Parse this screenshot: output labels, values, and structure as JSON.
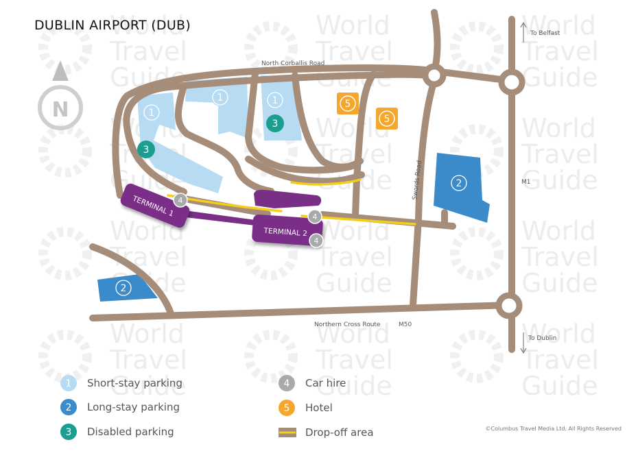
{
  "title": "DUBLIN AIRPORT (DUB)",
  "watermark": {
    "lines": [
      "World",
      "Travel",
      "Guide"
    ]
  },
  "compass": {
    "label": "N"
  },
  "roads": {
    "north_corballis": "North Corballis Road",
    "swords": "Swords Road",
    "northern_cross": "Northern Cross Route",
    "m50": "M50",
    "m1": "M1",
    "to_belfast": "To Belfast",
    "to_dublin": "To Dublin"
  },
  "terminals": {
    "t1": "TERMINAL 1",
    "t2": "TERMINAL 2"
  },
  "markers": {
    "short_stay": "1",
    "long_stay": "2",
    "disabled": "3",
    "car_hire": "4",
    "hotel": "5"
  },
  "legend": [
    {
      "key": "short-stay",
      "symbol": "1",
      "label": "Short-stay parking"
    },
    {
      "key": "long-stay",
      "symbol": "2",
      "label": "Long-stay parking"
    },
    {
      "key": "disabled",
      "symbol": "3",
      "label": "Disabled parking"
    },
    {
      "key": "car-hire",
      "symbol": "4",
      "label": "Car hire"
    },
    {
      "key": "hotel",
      "symbol": "5",
      "label": "Hotel"
    },
    {
      "key": "drop-off",
      "symbol": "",
      "label": "Drop-off area"
    }
  ],
  "credit": "©Columbus Travel Media Ltd. All Rights Reserved",
  "colors": {
    "road": "#a68d7a",
    "short_stay": "#b6dbf3",
    "long_stay": "#3b8bcb",
    "disabled": "#1a9e8f",
    "car_hire": "#a7a9ab",
    "hotel": "#f4a72c",
    "terminal": "#7a2f87",
    "dropoff": "#f3cf1b"
  }
}
